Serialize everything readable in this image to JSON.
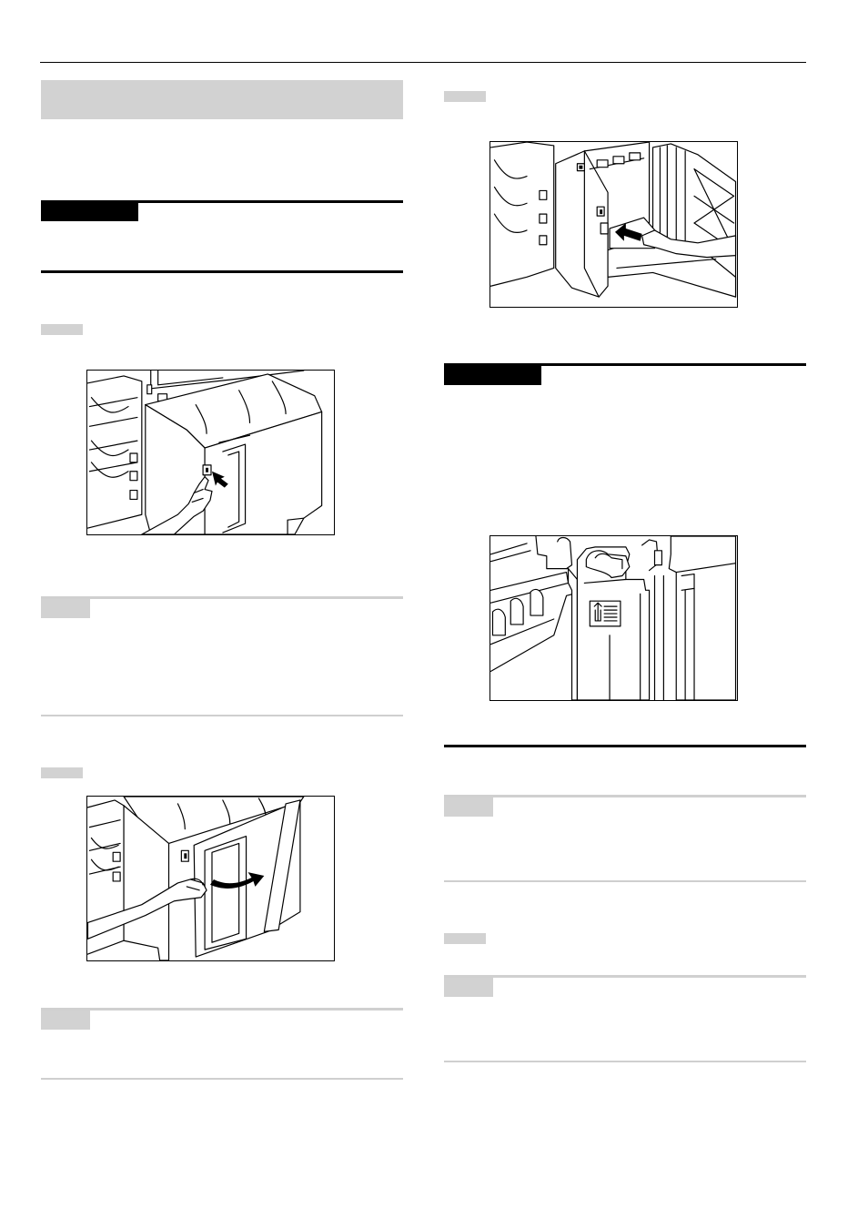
{
  "page": {
    "left_column": {
      "title_bar": "",
      "notice_heading": "",
      "step_1_label": "",
      "note_1_label": "",
      "step_2_label": "",
      "note_2_label": ""
    },
    "right_column": {
      "step_3_label": "",
      "notice_heading": "",
      "note_3_label": "",
      "step_4_label": "",
      "note_4_label": ""
    },
    "figures": {
      "fig1": "press-button-open-cover",
      "fig2": "pull-cover-open",
      "fig3": "insert-paper-tray",
      "fig4": "interior-label-view"
    }
  }
}
